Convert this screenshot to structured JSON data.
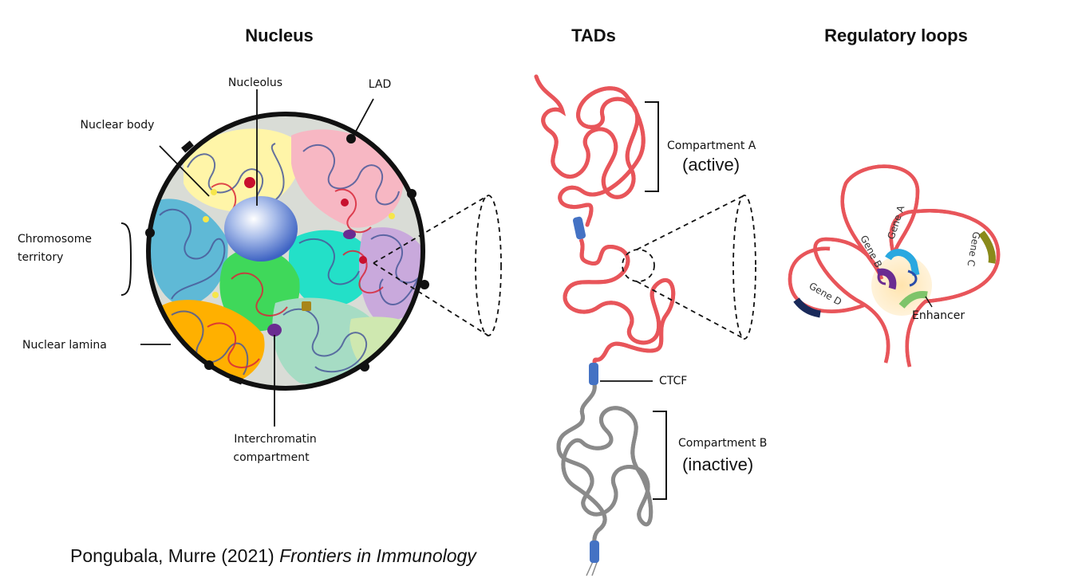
{
  "headings": {
    "nucleus": "Nucleus",
    "tads": "TADs",
    "loops": "Regulatory loops"
  },
  "nucleus_labels": {
    "nucleolus": "Nucleolus",
    "lad": "LAD",
    "nuclear_body": "Nuclear body",
    "chromosome_territory_1": "Chromosome",
    "chromosome_territory_2": "territory",
    "nuclear_lamina": "Nuclear lamina",
    "interchromatin_1": "Interchromatin",
    "interchromatin_2": "compartment"
  },
  "tad_labels": {
    "compartment_a": "Compartment A",
    "active": "(active)",
    "ctcf": "CTCF",
    "compartment_b": "Compartment B",
    "inactive": "(inactive)"
  },
  "loop_labels": {
    "gene_a": "Gene A",
    "gene_b": "Gene B",
    "gene_c": "Gene C",
    "gene_d": "Gene D",
    "enhancer": "Enhancer"
  },
  "citation": {
    "authors": "Pongubala, Murre (2021) ",
    "journal": "Frontiers in Immunology"
  },
  "colors": {
    "chromatin_active": "#e8555a",
    "chromatin_inactive": "#8a8a8a",
    "ctcf": "#4472c4",
    "nucleolus": "#6f8fd6",
    "gene_a": "#29a8e0",
    "gene_b": "#6a2c91",
    "gene_c": "#8a8a1a",
    "gene_d": "#1a2a5a",
    "enhancer": "#7ec46a",
    "territories": [
      "#fff5a8",
      "#f7b7c3",
      "#5fb9d6",
      "#23e0c8",
      "#c9a9dc",
      "#3fd85a",
      "#ffb000",
      "#a6dcc4",
      "#cfe8b0"
    ]
  }
}
